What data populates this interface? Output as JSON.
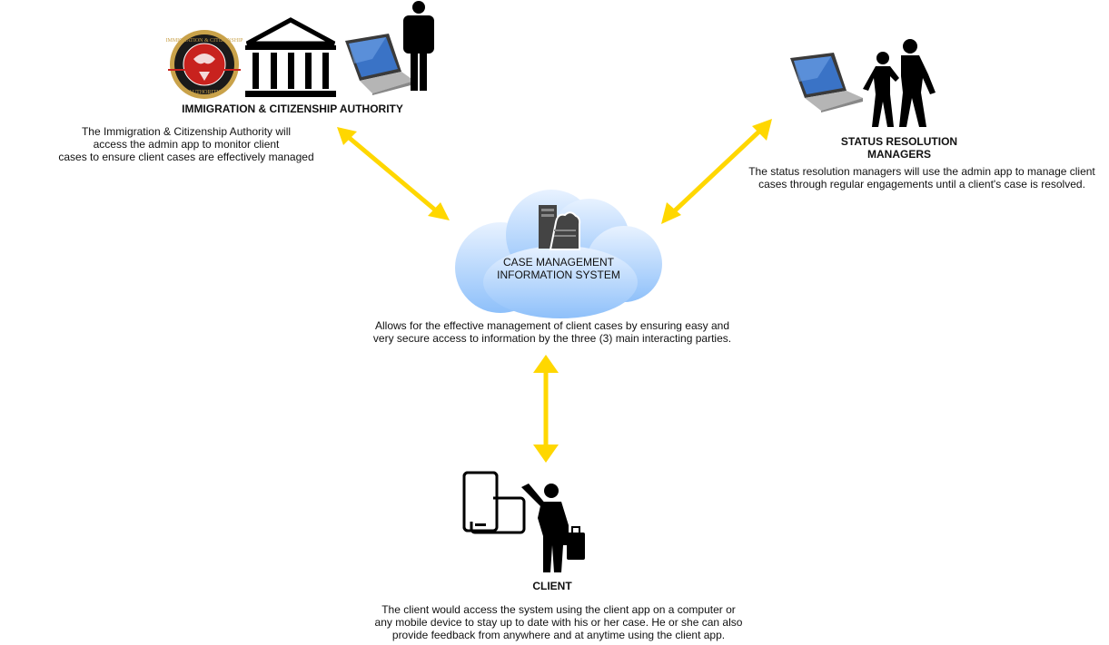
{
  "authority": {
    "seal_text_top": "IMMIGRATION & CITIZENSHIP",
    "seal_text_bottom": "AUTHORITY",
    "title": "IMMIGRATION & CITIZENSHIP AUTHORITY",
    "description": [
      "The Immigration & Citizenship Authority will",
      "access the admin app to monitor client",
      "cases to ensure client cases are effectively managed"
    ]
  },
  "managers": {
    "title_lines": [
      "STATUS RESOLUTION",
      "MANAGERS"
    ],
    "description": [
      "The status resolution managers will use the admin app to manage client",
      "cases through regular engagements until a client's case is resolved."
    ]
  },
  "system": {
    "title_lines": [
      "CASE MANAGEMENT",
      "INFORMATION SYSTEM"
    ],
    "description": [
      "Allows for the effective management of client cases by ensuring easy and",
      "very secure access to information by the three (3) main interacting parties."
    ]
  },
  "client": {
    "title": "CLIENT",
    "description": [
      "The client would access the system using the client app on a  computer or",
      "any mobile device to stay up to date with his or her case. He or she can also",
      "provide feedback from anywhere and at anytime using the client app."
    ]
  },
  "colors": {
    "arrow": "#FFD700",
    "cloud_top": "#E8F2FF",
    "cloud_bottom": "#8EC0FA",
    "seal_ring": "#C9A24A",
    "seal_red": "#C8221E",
    "icon": "#000000"
  },
  "icons": [
    "seal-logo",
    "government-building-icon",
    "laptop-icon",
    "person-icon",
    "people-walking-icon",
    "server-cloud-icon",
    "mobile-devices-icon",
    "traveler-with-luggage-icon"
  ]
}
